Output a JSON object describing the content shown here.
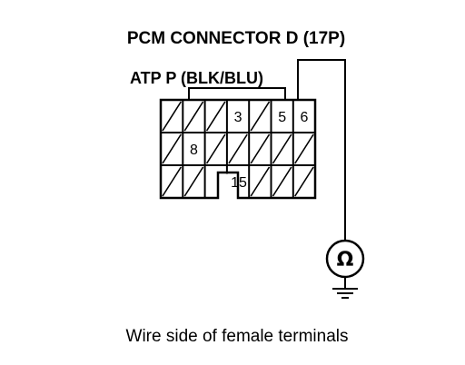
{
  "title": "PCM CONNECTOR D (17P)",
  "wire_label": "ATP P (BLK/BLU)",
  "caption": "Wire side of female terminals",
  "meter_symbol": "Ω",
  "pins": [
    {
      "row": 0,
      "col": 3,
      "label": "3"
    },
    {
      "row": 0,
      "col": 5,
      "label": "5"
    },
    {
      "row": 0,
      "col": 6,
      "label": "6"
    },
    {
      "row": 1,
      "col": 1,
      "label": "8"
    },
    {
      "row": 2,
      "col": 3,
      "label": "15"
    }
  ],
  "hatched_cells": [
    {
      "row": 0,
      "col": 0
    },
    {
      "row": 0,
      "col": 1
    },
    {
      "row": 0,
      "col": 2
    },
    {
      "row": 0,
      "col": 4
    },
    {
      "row": 1,
      "col": 0
    },
    {
      "row": 1,
      "col": 2
    },
    {
      "row": 1,
      "col": 3
    },
    {
      "row": 1,
      "col": 4
    },
    {
      "row": 1,
      "col": 5
    },
    {
      "row": 1,
      "col": 6
    },
    {
      "row": 2,
      "col": 0
    },
    {
      "row": 2,
      "col": 1
    },
    {
      "row": 2,
      "col": 4
    },
    {
      "row": 2,
      "col": 5
    },
    {
      "row": 2,
      "col": 6
    }
  ]
}
